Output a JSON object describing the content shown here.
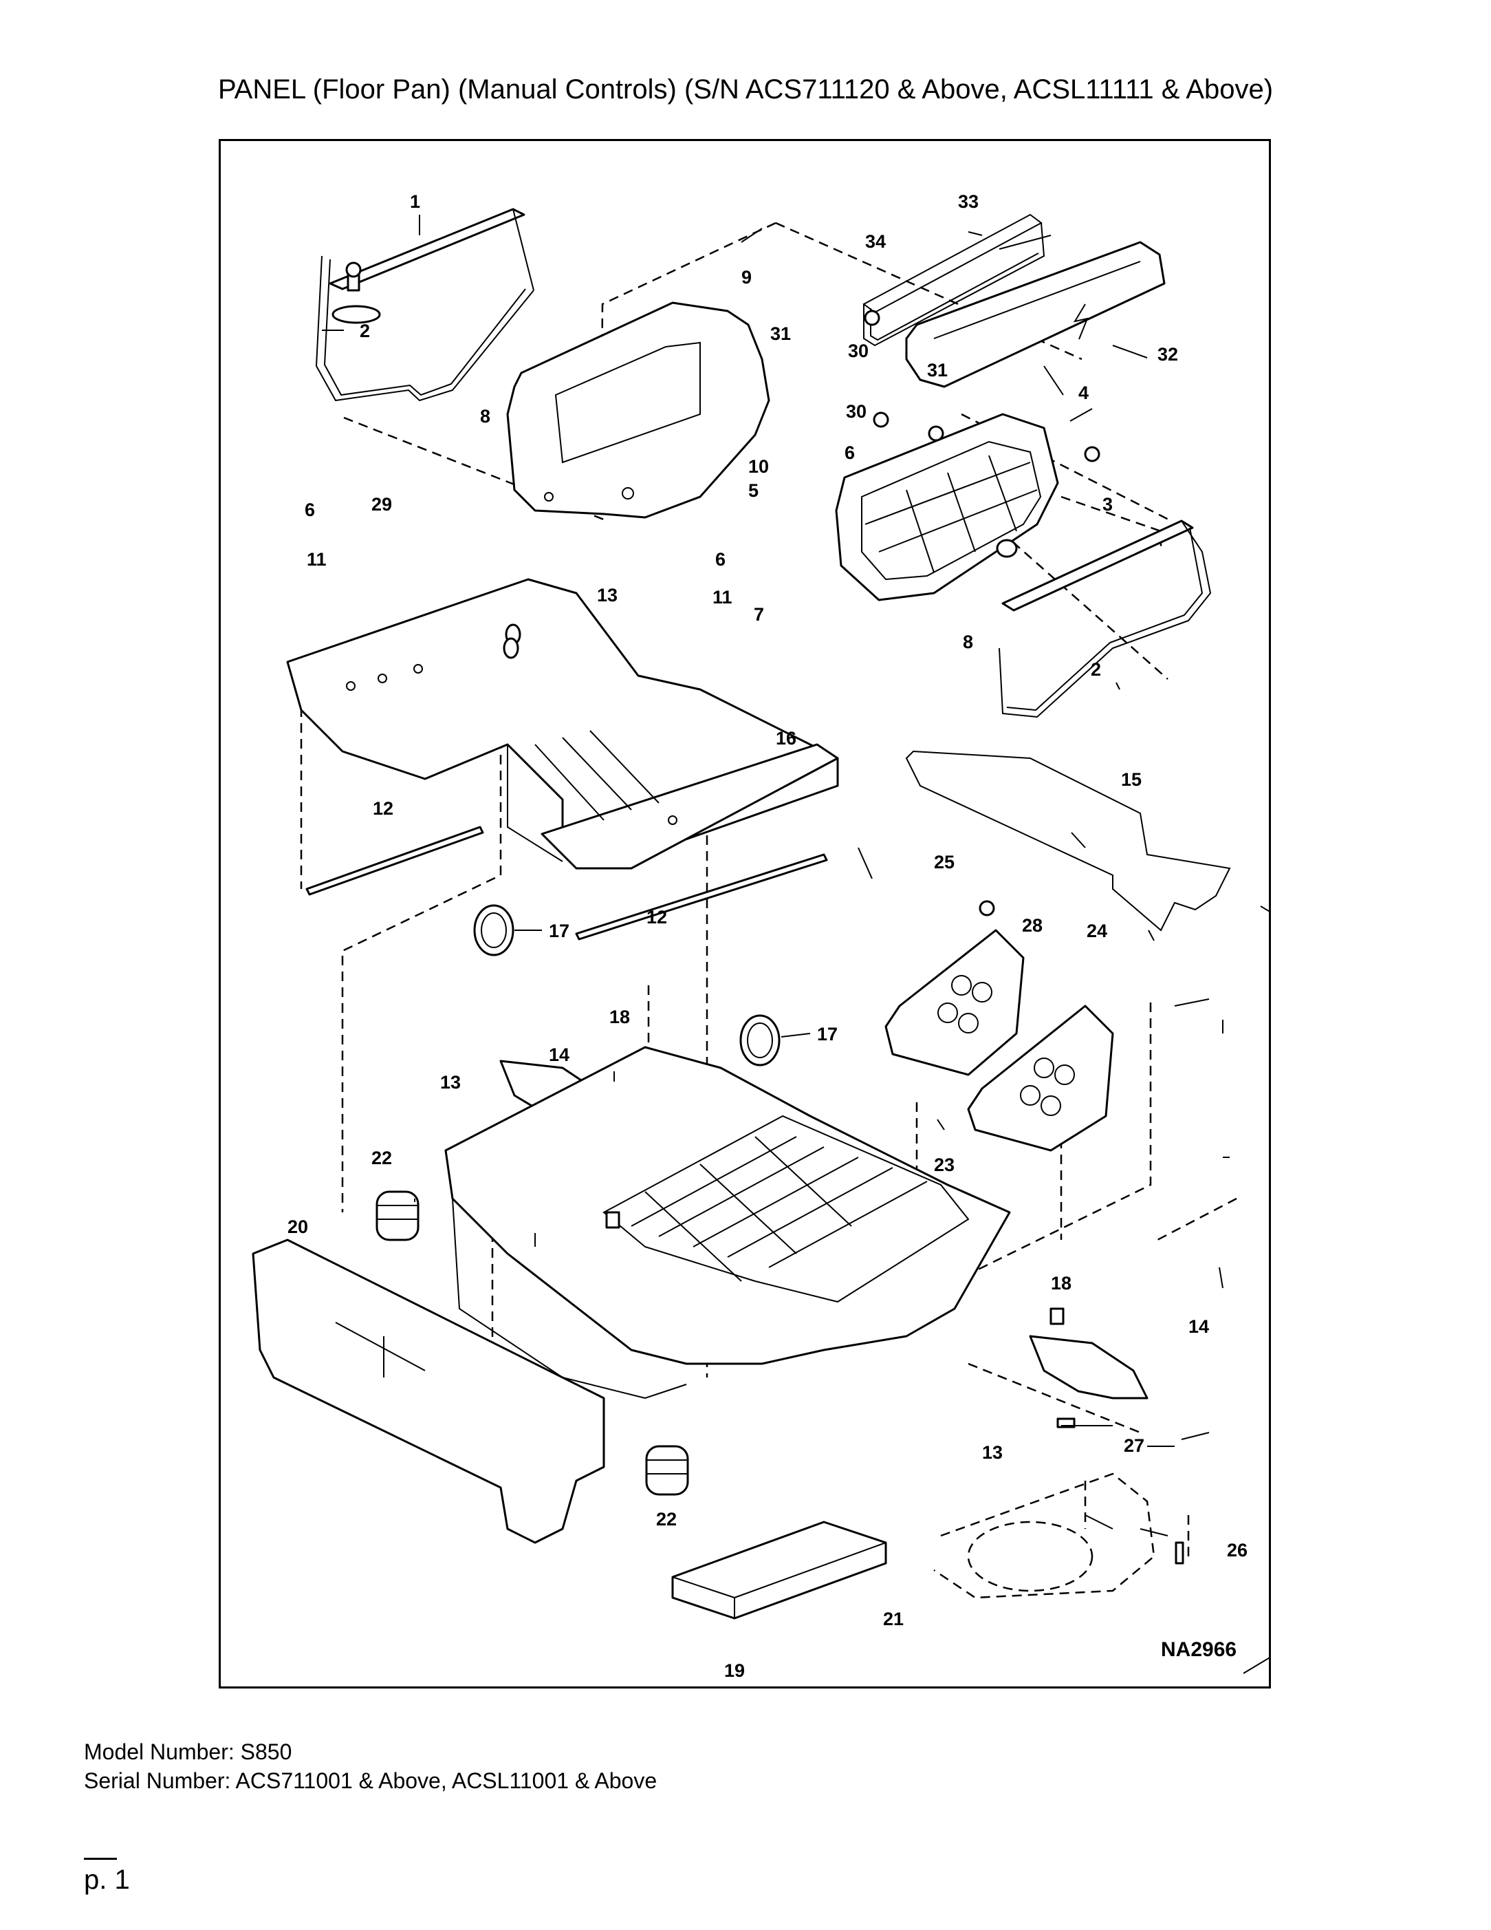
{
  "title": "PANEL (Floor Pan) (Manual Controls) (S/N ACS711120 & Above, ACSL11111 & Above)",
  "diagram": {
    "reference_code": "NA2966",
    "callouts": [
      "1",
      "2",
      "2",
      "3",
      "4",
      "5",
      "6",
      "6",
      "6",
      "7",
      "8",
      "8",
      "9",
      "10",
      "11",
      "11",
      "12",
      "12",
      "13",
      "13",
      "13",
      "14",
      "14",
      "15",
      "16",
      "17",
      "17",
      "18",
      "18",
      "19",
      "20",
      "21",
      "22",
      "22",
      "23",
      "24",
      "25",
      "26",
      "27",
      "28",
      "29",
      "30",
      "30",
      "31",
      "31",
      "32",
      "33",
      "34"
    ]
  },
  "footer": {
    "model": "Model Number: S850",
    "serial": "Serial Number: ACS711001 & Above, ACSL11001 & Above"
  },
  "page": "p. 1"
}
